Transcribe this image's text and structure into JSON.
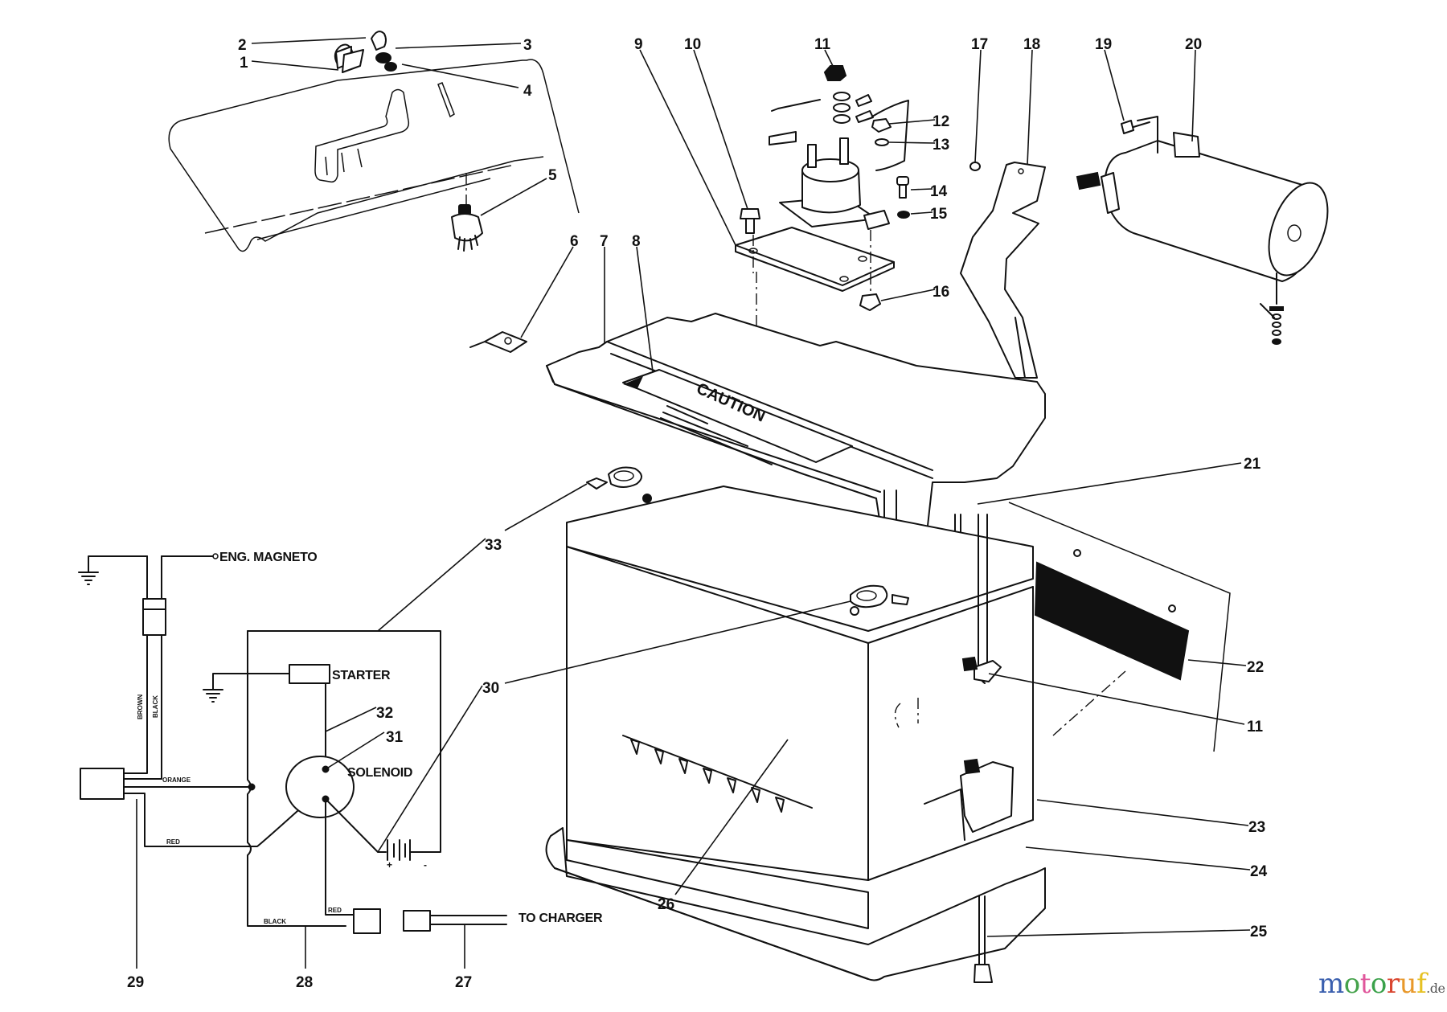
{
  "diagram": {
    "title": "Battery, starter and electrical parts exploded view",
    "callouts": {
      "c1": "1",
      "c2": "2",
      "c3": "3",
      "c4": "4",
      "c5": "5",
      "c6": "6",
      "c7": "7",
      "c8": "8",
      "c9": "9",
      "c10": "10",
      "c11a": "11",
      "c11b": "11",
      "c12": "12",
      "c13": "13",
      "c14": "14",
      "c15": "15",
      "c16": "16",
      "c17": "17",
      "c18": "18",
      "c19": "19",
      "c20": "20",
      "c21": "21",
      "c22": "22",
      "c23": "23",
      "c24": "24",
      "c25": "25",
      "c26": "26",
      "c27": "27",
      "c28": "28",
      "c29": "29",
      "c30": "30",
      "c31": "31",
      "c32": "32",
      "c33": "33"
    },
    "decal_text": "CAUTION"
  },
  "schematic": {
    "eng_magneto": "ENG. MAGNETO",
    "starter": "STARTER",
    "solenoid": "SOLENOID",
    "to_charger": "TO CHARGER",
    "wire_brown": "BROWN",
    "wire_black_vertical": "BLACK",
    "wire_orange": "ORANGE",
    "wire_red": "RED",
    "wire_black": "BLACK",
    "wire_red_small": "RED",
    "battery_plus": "+",
    "battery_minus": "-"
  },
  "watermark": {
    "letters": [
      {
        "ch": "m",
        "color": "#3a5fae"
      },
      {
        "ch": "o",
        "color": "#45a24b"
      },
      {
        "ch": "t",
        "color": "#e0569b"
      },
      {
        "ch": "o",
        "color": "#3aa14a"
      },
      {
        "ch": "r",
        "color": "#d9452f"
      },
      {
        "ch": "u",
        "color": "#e8982a"
      },
      {
        "ch": "f",
        "color": "#e6c122"
      }
    ],
    "suffix": ".de"
  }
}
